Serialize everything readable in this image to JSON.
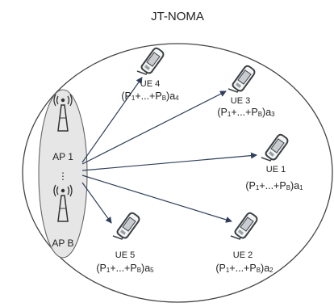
{
  "title": "JT-NOMA",
  "access_points": {
    "top": "AP 1",
    "dots": "⋮",
    "bottom": "AP B"
  },
  "power_prefix": "(P",
  "power_middle": "+...+P",
  "power_suffix": ")a",
  "power_sub_first": "1",
  "power_sub_last": "B",
  "users": [
    {
      "label": "UE 4",
      "coef": "4"
    },
    {
      "label": "UE 3",
      "coef": "3"
    },
    {
      "label": "UE 1",
      "coef": "1"
    },
    {
      "label": "UE 5",
      "coef": "5"
    },
    {
      "label": "UE 2",
      "coef": "2"
    }
  ],
  "icons": [
    "antenna-tower-icon",
    "mobile-phone-icon"
  ]
}
